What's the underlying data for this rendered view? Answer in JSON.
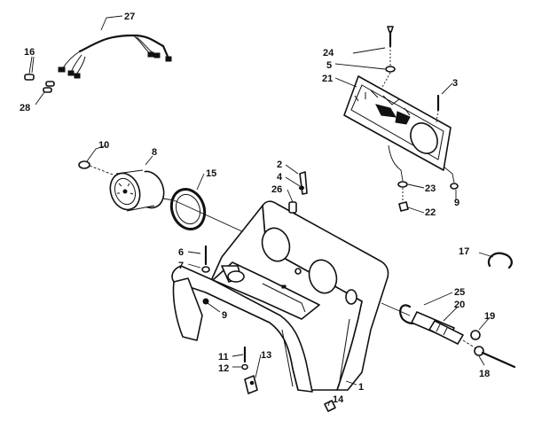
{
  "callouts": {
    "c1": "1",
    "c2": "2",
    "c3": "3",
    "c4": "4",
    "c5": "5",
    "c6": "6",
    "c7": "7",
    "c8": "8",
    "c9a": "9",
    "c9b": "9",
    "c10": "10",
    "c11": "11",
    "c12": "12",
    "c13": "13",
    "c14": "14",
    "c15": "15",
    "c16": "16",
    "c17": "17",
    "c18": "18",
    "c19": "19",
    "c20": "20",
    "c21": "21",
    "c22": "22",
    "c23": "23",
    "c24": "24",
    "c25": "25",
    "c26": "26",
    "c27": "27",
    "c28": "28"
  }
}
